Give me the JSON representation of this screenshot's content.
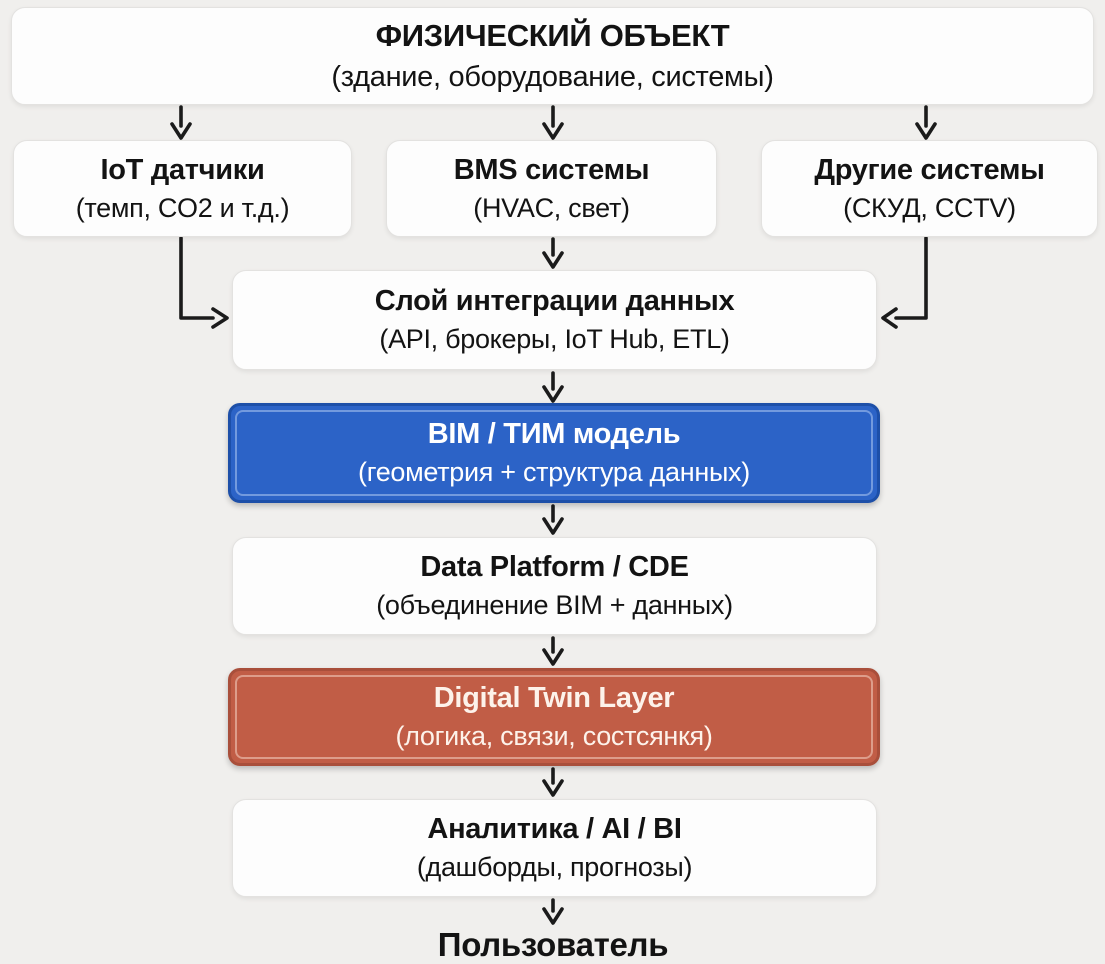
{
  "nodes": {
    "physical": {
      "title": "ФИЗИЧЕСКИЙ ОБЪЕКТ",
      "subtitle": "(здание, оборудование, системы)"
    },
    "iot": {
      "title": "IoT датчики",
      "subtitle": "(темп, CO2 и т.д.)"
    },
    "bms": {
      "title": "BMS системы",
      "subtitle": "(HVAC, свет)"
    },
    "other_systems": {
      "title": "Другие системы",
      "subtitle": "(СКУД, CCTV)"
    },
    "integration": {
      "title": "Слой интеграции данных",
      "subtitle": "(API, брокеры, IoT Hub, ETL)"
    },
    "bim": {
      "title": "BIM / ТИМ модель",
      "subtitle": "(геометрия + структура данных)"
    },
    "data_platform": {
      "title": "Data Platform / CDE",
      "subtitle": "(объединение BIM + данных)"
    },
    "digital_twin": {
      "title": "Digital Twin Layer",
      "subtitle": "(логика, связи, состсянкя)"
    },
    "analytics": {
      "title": "Аналитика / AI / BI",
      "subtitle": "(дашборды, прогнозы)"
    },
    "user": {
      "title": "Пользователь"
    }
  },
  "colors": {
    "background": "#f0efed",
    "box_background": "#fdfdfd",
    "box_border": "#e3e2e0",
    "text": "#131313",
    "arrow": "#1b1b1b",
    "bim_background": "#2c63c7",
    "bim_border": "#1d4fa8",
    "digital_twin_background": "#c15d46",
    "digital_twin_border": "#a94f3b",
    "accent_text": "#ffffff"
  }
}
